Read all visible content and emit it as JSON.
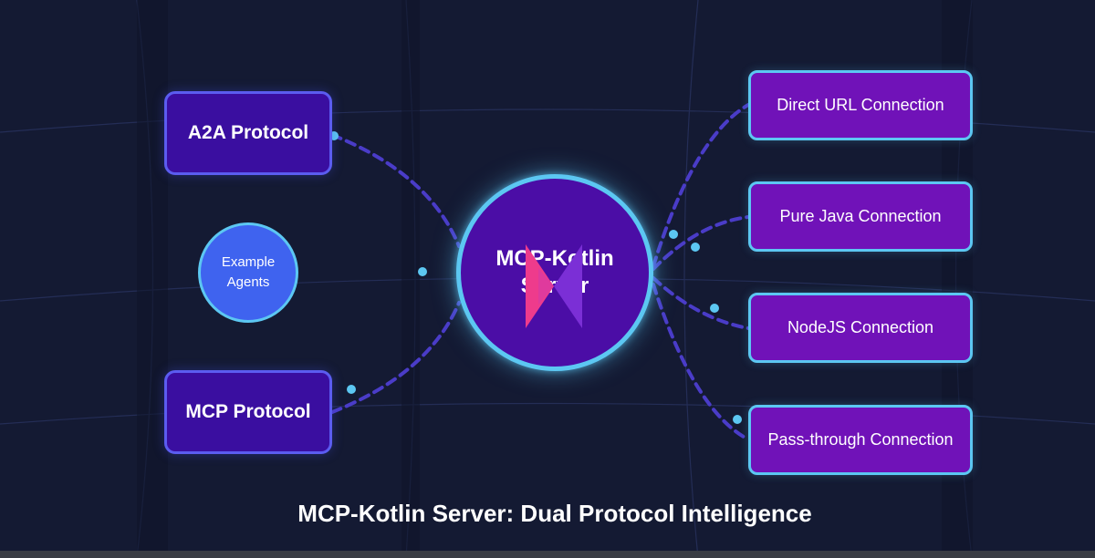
{
  "diagram": {
    "center": {
      "label": "MCP-Kotlin\nServer"
    },
    "protocols": [
      {
        "id": "a2a",
        "label": "A2A Protocol"
      },
      {
        "id": "mcp",
        "label": "MCP Protocol"
      }
    ],
    "agents": {
      "line1": "Example",
      "line2": "Agents"
    },
    "connections": [
      {
        "id": "direct-url",
        "label": "Direct URL Connection"
      },
      {
        "id": "pure-java",
        "label": "Pure Java Connection"
      },
      {
        "id": "nodejs",
        "label": "NodeJS Connection"
      },
      {
        "id": "pass-through",
        "label": "Pass-through Connection"
      }
    ],
    "caption": "MCP-Kotlin Server: Dual Protocol Intelligence"
  },
  "colors": {
    "background": "#141a33",
    "protocol_fill": "#3a0ea0",
    "protocol_border": "#5b5cf0",
    "connection_fill": "#7012b8",
    "accent_cyan": "#5cc7f2",
    "server_fill": "#4b0da6",
    "agents_fill": "#3f63ef",
    "link_dash": "#4a3cc8",
    "logo_pink": "#ee3b8c",
    "logo_purple": "#7b2fd6"
  },
  "icons": {
    "server_logo": "kotlin-logo-icon"
  }
}
